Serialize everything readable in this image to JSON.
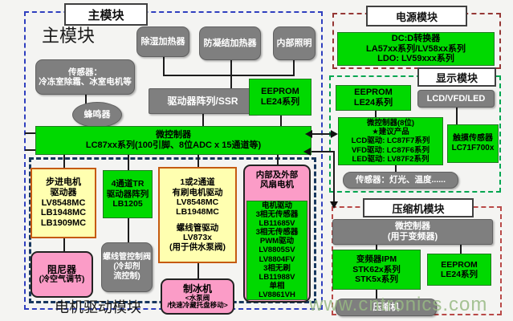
{
  "watermark": "www.cntronics.com",
  "palette": {
    "green": "#00d900",
    "gray": "#7f7f7f",
    "yellow": "#ffffb0",
    "pink": "#fb9cc7",
    "main_border": "#2f3fbf",
    "motor_border": "#17375e",
    "power_border": "#953735",
    "display_border": "#00a650",
    "compressor_border": "#b94a48"
  },
  "main_module": {
    "label": "主模块",
    "heading": "主模块",
    "sensors": "传感器：\n冷冻室除霜、冰室电机等",
    "dehumidifier_heater": "除湿加热器",
    "anti_condensation_heater": "防凝结加热器",
    "interior_lighting": "内部照明",
    "driver_array_ssr": "驱动器阵列/SSR",
    "eeprom": "EEPROM\nLE24系列",
    "buzzer": "蜂鸣器",
    "mcu": "微控制器\nLC87xx系列(100引脚、8位ADC x 15通道等)"
  },
  "motor_drive_module": {
    "label": "电机驱动模块",
    "stepper_driver": "步进电机\n驱动器\nLV8548MC\nLB1948MC\nLB1909MC",
    "tr_driver_array": "4通道TR\n驱动器阵列\nLB1205",
    "brushed_motor_driver": "1或2通道\n有刷电机驱动\nLV8548MC\nLB1948MC",
    "solenoid_driver": "螺线管驱动\nLV873x\n(用于供水泵阀)",
    "damper_title": "阻尼器",
    "damper_sub": "(冷空气调节)",
    "solenoid_valve": "螺线管控制阀\n(冷却剂\n流控制)",
    "ice_maker_title": "制冰机",
    "ice_maker_sub": "<水泵阀\n/快速冷藏托盘移动>",
    "fan_motor_header": "内部及外部\n风扇电机",
    "fan_motor_drivers": "电机驱动\n3相无传感器\nLB11685V\n3相无传感器\nPWM驱动\nLV8805SV\nLV8804FV\n3相无刷\nLB11988V\n单相\nLV8861VH"
  },
  "power_module": {
    "label": "电源模块",
    "converter": "DC:D转换器\nLA57xx系列/LV58xx系列\nLDO: LV59xxx系列"
  },
  "display_module": {
    "label": "显示模块",
    "eeprom": "EEPROM\nLE24系列",
    "lcd_vfd_led": "LCD/VFD/LED",
    "mcu": "微控制器(8位)\n★建议产品\nLCD驱动: LC87F7系列\nVFD驱动: LC87F6系列\nLED驱动: LV87F2系列",
    "touch_sensor": "触摸传感器\nLC71F700x",
    "sensors": "传感器：灯光、温度......"
  },
  "compressor_module": {
    "label": "压缩机模块",
    "mcu": "微控制器\n(用于变频器)",
    "inverter_ipm": "变频器IPM\nSTK62x系列\nSTK5x系列",
    "eeprom": "EEPROM\nLE24系列",
    "compressor": "压缩机"
  }
}
